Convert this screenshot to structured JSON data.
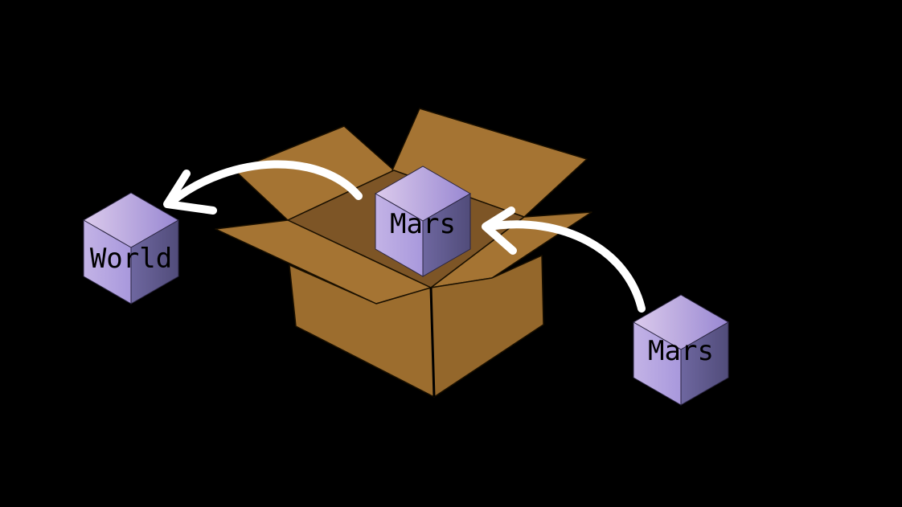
{
  "colors": {
    "background": "#000000",
    "box_light": "#a07030",
    "box_dark": "#8a5f26",
    "box_inside": "#7a5224",
    "cube_top_a": "#d9c8ea",
    "cube_top_b": "#9a88d4",
    "cube_left": "#b9a8e0",
    "cube_right": "#5e5888",
    "arrow": "#ffffff"
  },
  "cubes": {
    "left": {
      "label": "World",
      "icon": "cube-icon"
    },
    "center": {
      "label": "Mars",
      "icon": "cube-icon"
    },
    "right": {
      "label": "Mars",
      "icon": "cube-icon"
    }
  },
  "arrows": [
    {
      "name": "arrow-out",
      "icon": "curved-arrow-icon"
    },
    {
      "name": "arrow-in",
      "icon": "curved-arrow-icon"
    }
  ],
  "box": {
    "icon": "open-cardboard-box-icon"
  }
}
